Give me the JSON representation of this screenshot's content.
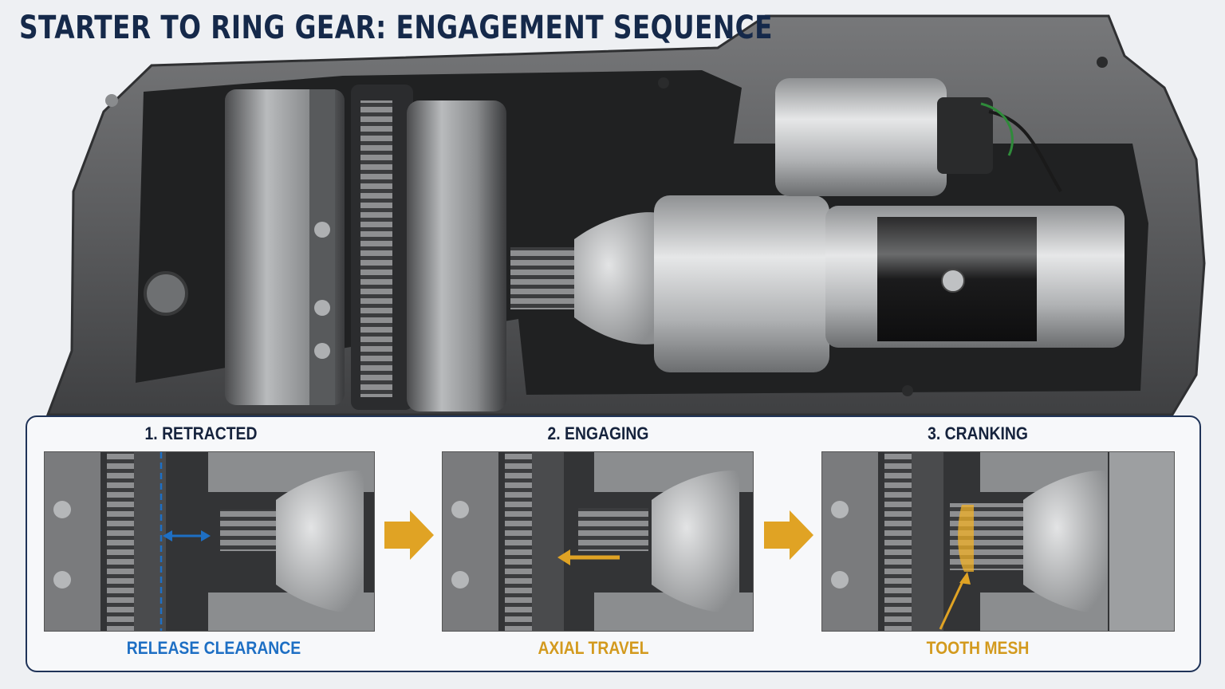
{
  "title": "STARTER TO RING GEAR: ENGAGEMENT SEQUENCE",
  "steps": [
    {
      "label": "1. RETRACTED",
      "caption": "RELEASE CLEARANCE",
      "caption_color": "#1e6fc4"
    },
    {
      "label": "2. ENGAGING",
      "caption": "AXIAL TRAVEL",
      "caption_color": "#d39a1e"
    },
    {
      "label": "3. CRANKING",
      "caption": "TOOTH MESH",
      "caption_color": "#d39a1e"
    }
  ],
  "colors": {
    "title": "#15294a",
    "panel_border": "#1f3358",
    "arrow": "#e0a324",
    "clearance": "#1e6fc4",
    "highlight": "#f0b028"
  }
}
